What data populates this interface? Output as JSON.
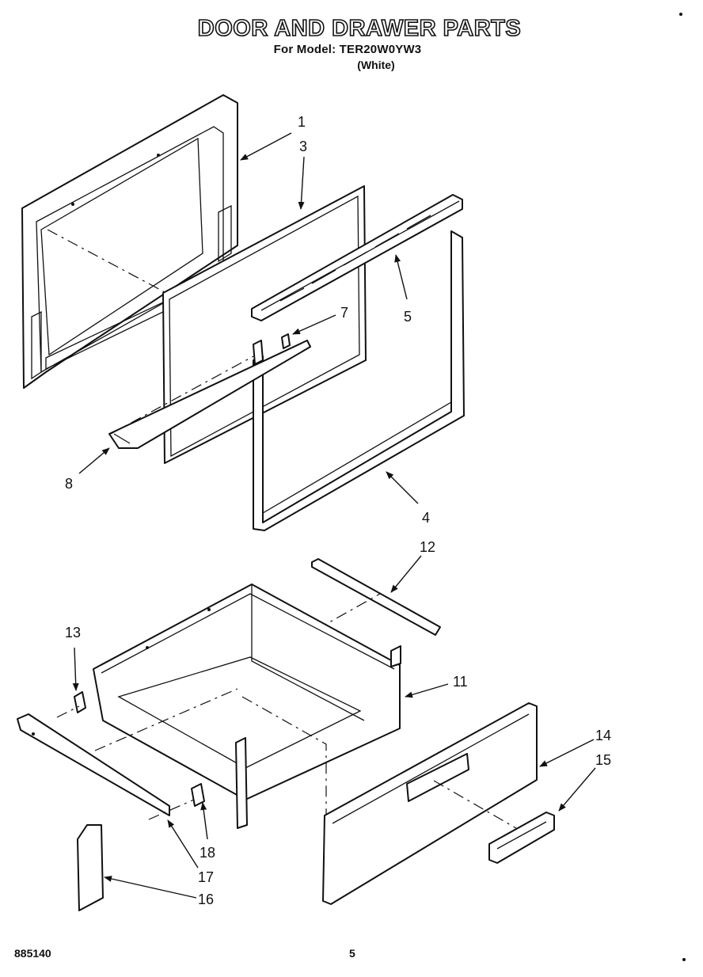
{
  "header": {
    "title": "DOOR AND DRAWER PARTS",
    "model_line": "For Model: TER20W0YW3",
    "color_line": "(White)"
  },
  "callouts": [
    "1",
    "3",
    "5",
    "7",
    "8",
    "4",
    "12",
    "13",
    "11",
    "14",
    "15",
    "18",
    "17",
    "16"
  ],
  "footer": {
    "doc_number": "885140",
    "page_number": "5"
  }
}
